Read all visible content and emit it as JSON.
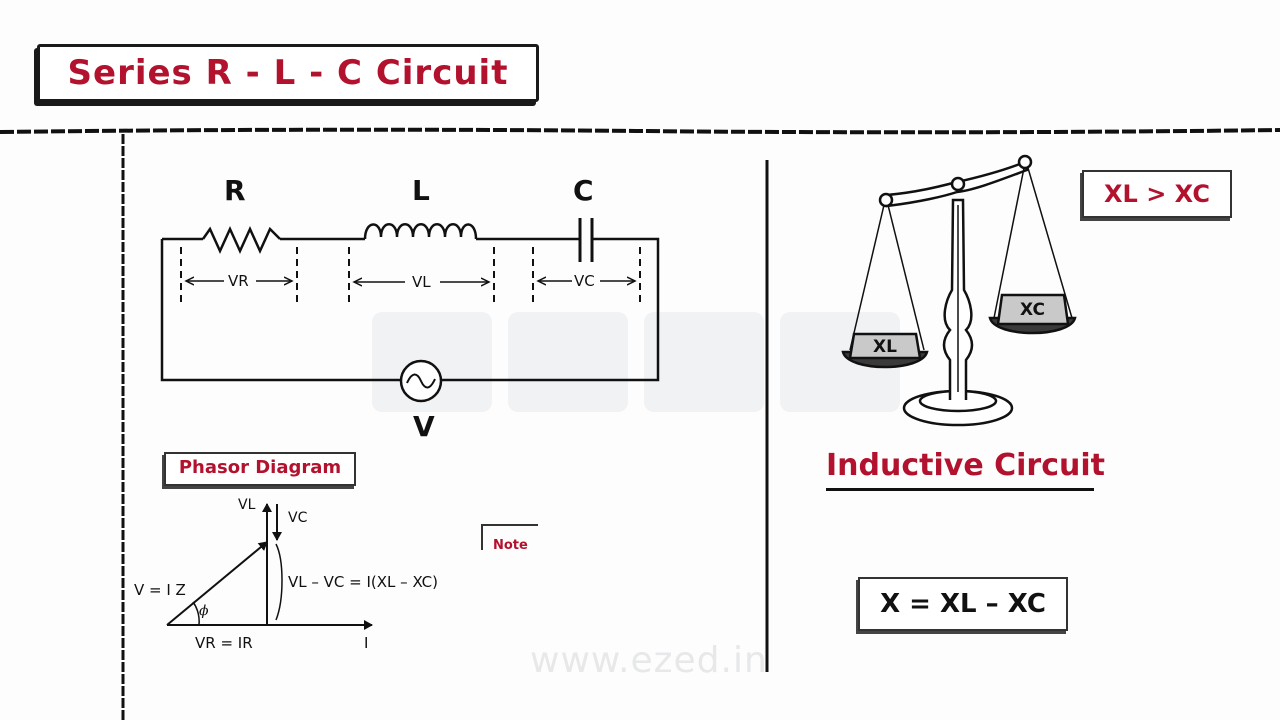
{
  "title": "Series R - L - C Circuit",
  "circuit": {
    "resistor_label": "R",
    "inductor_label": "L",
    "capacitor_label": "C",
    "source_label": "V",
    "vr_label": "VR",
    "vl_label": "VL",
    "vc_label": "VC"
  },
  "phasor": {
    "heading": "Phasor Diagram",
    "vl_axis": "VL",
    "vc_arrow": "VC",
    "v_eq": "V = I Z",
    "phi": "ϕ",
    "vr_eq": "VR = IR",
    "i_axis": "I",
    "diff_eq": "VL – VC = I(XL – XC)"
  },
  "note": "Note",
  "scale": {
    "left_pan": "XL",
    "right_pan": "XC",
    "comparison": "XL > XC"
  },
  "inductive_heading": "Inductive Circuit",
  "formula": "X = XL – XC",
  "watermark": "www.ezed.in",
  "colors": {
    "accent": "#b3122e",
    "ink": "#111111"
  }
}
